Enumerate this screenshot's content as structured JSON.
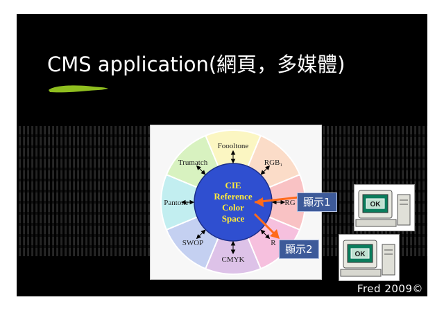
{
  "slide": {
    "title": "CMS application(網頁，多媒體)",
    "footer": "Fred 2009©"
  },
  "wheel": {
    "segments": [
      {
        "label": "Foooltone",
        "color": "#fbf6c2"
      },
      {
        "label": "RGB₁",
        "color": "#fbdcc8"
      },
      {
        "label": "RG",
        "color": "#f9c2c4"
      },
      {
        "label": "R",
        "color": "#f6c0de"
      },
      {
        "label": "CMYK",
        "color": "#ddc2e8"
      },
      {
        "label": "SWOP",
        "color": "#c4d0f1"
      },
      {
        "label": "Pantone",
        "color": "#c2eef0"
      },
      {
        "label": "Trumatch",
        "color": "#d8f2c0"
      }
    ],
    "center": [
      "CIE",
      "Reference",
      "Color",
      "Space"
    ],
    "center_color": "#2f4fd0"
  },
  "callouts": {
    "display1": "顯示1",
    "display2": "顯示2"
  },
  "computers": {
    "screen_label": "OK"
  }
}
